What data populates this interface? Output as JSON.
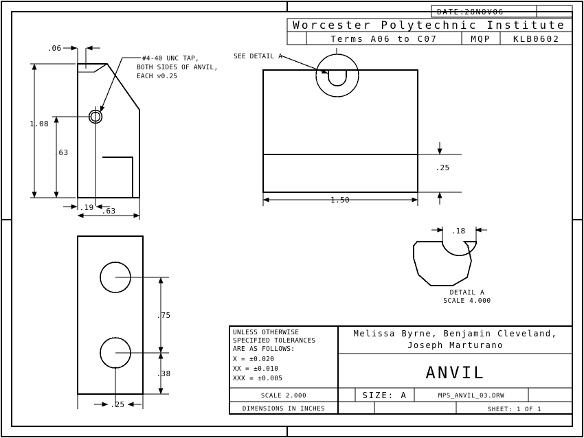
{
  "drawing": {
    "header": {
      "date_label": "DATE:",
      "date_value": "28NOV06",
      "institute": "Worcester Polytechnic Institute",
      "terms": "Terms A06 to C07",
      "project_code": "MQP",
      "advisor_code": "KLB0602"
    },
    "title_block": {
      "tolerance_lines": [
        "UNLESS OTHERWISE",
        "SPECIFIED TOLERANCES",
        "ARE AS FOLLOWS:",
        "X   = ±0.020",
        "XX  = ±0.010",
        "XXX = ±0.005"
      ],
      "authors_line1": "Melissa Byrne, Benjamin Cleveland,",
      "authors_line2": "Joseph Marturano",
      "part_name": "ANVIL",
      "scale": "SCALE 2.000",
      "units": "DIMENSIONS IN INCHES",
      "size_label": "SIZE: A",
      "filename": "MPS_ANVIL_03.DRW",
      "sheet": "SHEET: 1 OF 1"
    },
    "views": {
      "side_view": {
        "dims": {
          "top_thickness": ".06",
          "overall_height": "1.08",
          "hole_height": ".63",
          "hole_offset": ".19",
          "overall_width": ".63"
        },
        "note_lines": [
          "#4-40 UNC TAP,",
          "BOTH SIDES OF ANVIL,",
          "EACH ▽0.25"
        ]
      },
      "front_view": {
        "detail_callout": "SEE DETAIL  A",
        "dims": {
          "width": "1.50",
          "base_thickness": ".25"
        }
      },
      "bottom_view": {
        "dims": {
          "hole_spacing": ".75",
          "bottom_offset": ".38",
          "hole_center_x": ".25"
        }
      },
      "detail_a": {
        "dims": {
          "notch_width": ".18"
        },
        "label_line1": "DETAIL  A",
        "label_line2": "SCALE  4.000"
      }
    },
    "colors": {
      "line": "#000000",
      "background": "#ffffff"
    }
  }
}
